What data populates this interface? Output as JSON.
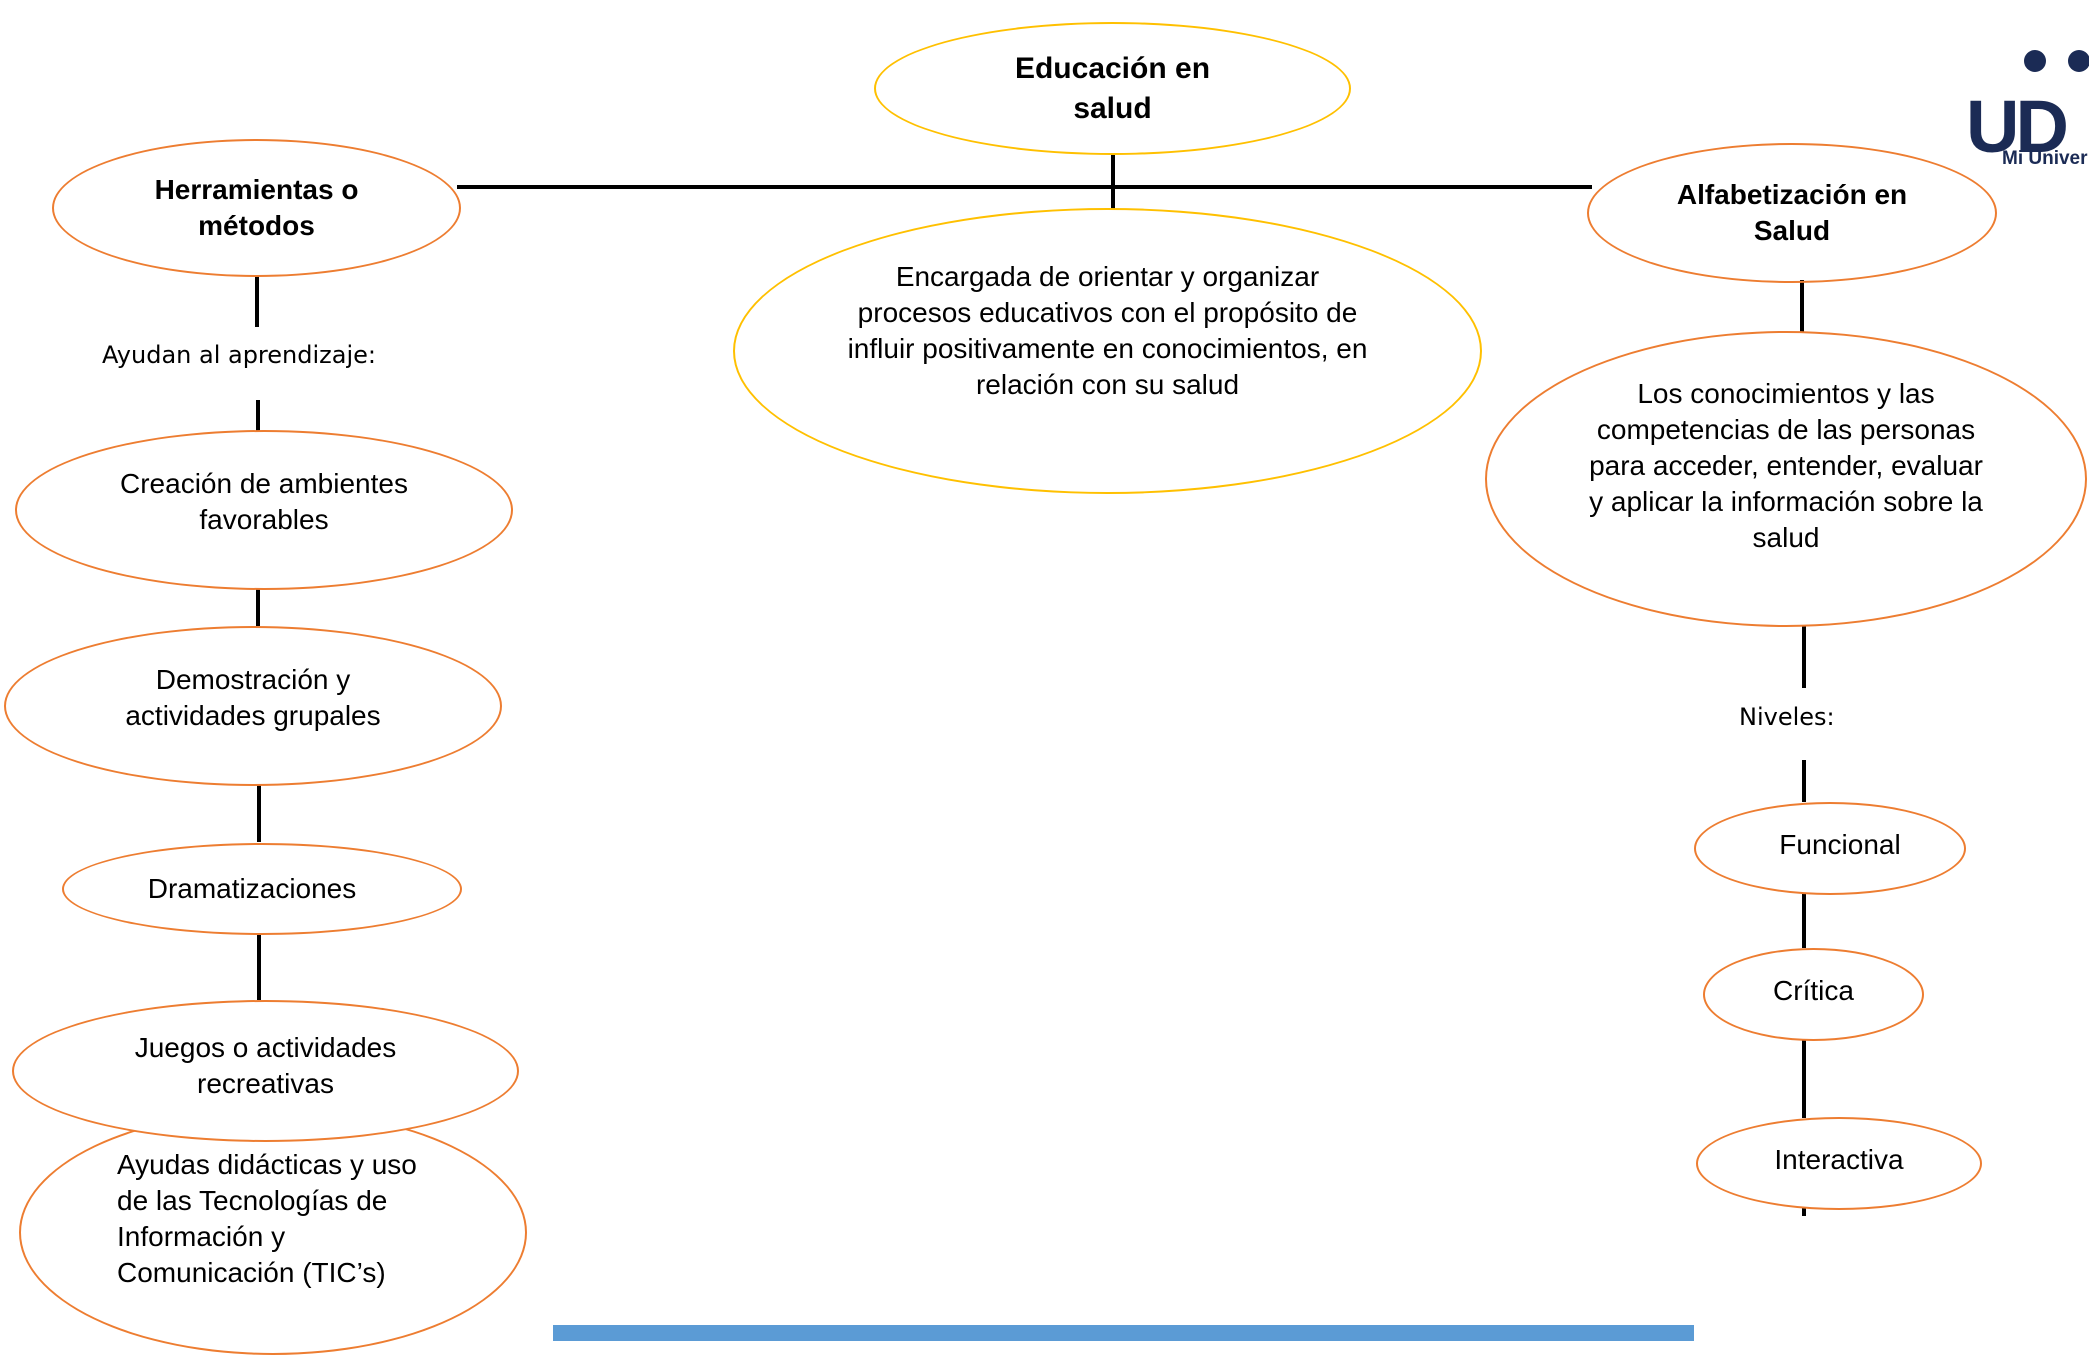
{
  "diagram": {
    "center": {
      "title": "Educación en salud",
      "definition": "Encargada de orientar y organizar procesos educativos con el propósito de influir positivamente en conocimientos, en relación con su salud"
    },
    "left": {
      "title": "Herramientas o métodos",
      "connector_label": "Ayudan al aprendizaje:",
      "items": [
        "Creación de ambientes favorables",
        "Demostración y actividades grupales",
        "Dramatizaciones",
        "Juegos o actividades recreativas",
        "Ayudas didácticas y uso de las Tecnologías de Información y Comunicación (TIC’s)"
      ]
    },
    "right": {
      "title": "Alfabetización en Salud",
      "definition": "Los conocimientos y las competencias de las personas para acceder, entender, evaluar y aplicar la información sobre la salud",
      "connector_label": "Niveles:",
      "levels": [
        "Funcional",
        "Crítica",
        "Interactiva"
      ]
    }
  },
  "logo": {
    "mark": "UD",
    "tagline": "Mi Univer"
  },
  "colors": {
    "orange_outline": "#ED7D31",
    "yellow_outline": "#FFC000",
    "bottom_bar": "#5B9BD5",
    "logo": "#1b2b55"
  }
}
